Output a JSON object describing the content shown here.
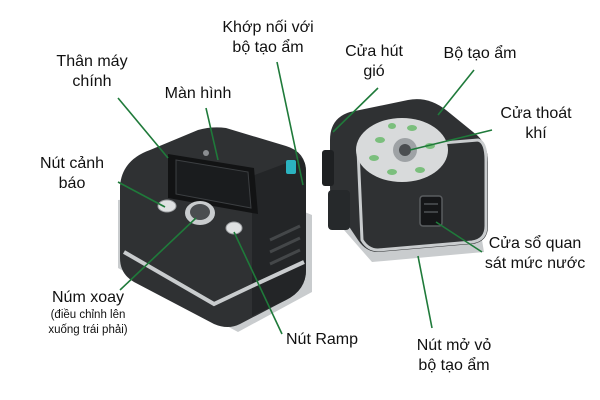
{
  "colors": {
    "leader": "#1f7a3a",
    "body_dark": "#2f3133",
    "body_side": "#232527",
    "trim_silver": "#c9ccce",
    "screen": "#1a1c1e",
    "accent_teal": "#2bb3c0"
  },
  "labels": {
    "than_may": {
      "line1": "Thân máy",
      "line2": "chính"
    },
    "man_hinh": {
      "line1": "Màn hình"
    },
    "khop_noi": {
      "line1": "Khớp nối với",
      "line2": "bộ tạo ẩm"
    },
    "cua_hut": {
      "line1": "Cửa hút",
      "line2": "gió"
    },
    "bo_tao_am": {
      "line1": "Bộ tạo ẩm"
    },
    "cua_thoat": {
      "line1": "Cửa thoát",
      "line2": "khí"
    },
    "nut_canh_bao": {
      "line1": "Nút cảnh",
      "line2": "báo"
    },
    "cua_so": {
      "line1": "Cửa sổ quan",
      "line2": "sát mức nước"
    },
    "num_xoay": {
      "line1": "Núm xoay",
      "line2": "(điều chỉnh lên",
      "line3": "xuống trái phải)"
    },
    "nut_ramp": {
      "line1": "Nút Ramp"
    },
    "nut_mo_vo": {
      "line1": "Nút mở vỏ",
      "line2": "bộ tạo ẩm"
    }
  }
}
